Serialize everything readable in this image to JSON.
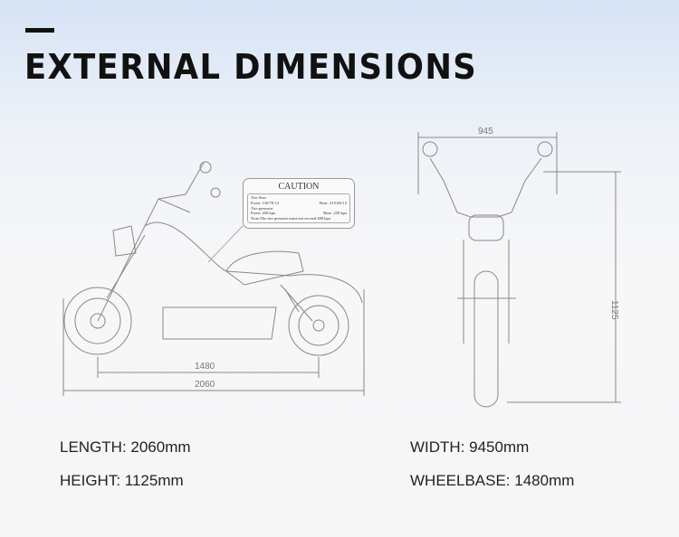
{
  "header": {
    "title": "EXTERNAL DIMENSIONS"
  },
  "diagram": {
    "side_dims": {
      "wheelbase": "1480",
      "length": "2060"
    },
    "front_dims": {
      "width": "945",
      "height": "1125"
    },
    "caution_label": {
      "title": "CAUTION",
      "tire_size": "Tire Size:",
      "front_size": "Front: 130/70-12",
      "rear_size": "Rear: 215/40-12",
      "tire_pressure": "Tire pressure:",
      "front_pressure": "Front: 200 kpa",
      "rear_pressure": "Rear: 250 kpa",
      "note": "Note:The tire pressure must not exceed 280 kpa"
    }
  },
  "specs": {
    "length": "LENGTH: 2060mm",
    "height": "HEIGHT: 1125mm",
    "width": "WIDTH: 9450mm",
    "wheelbase": "WHEELBASE: 1480mm"
  }
}
